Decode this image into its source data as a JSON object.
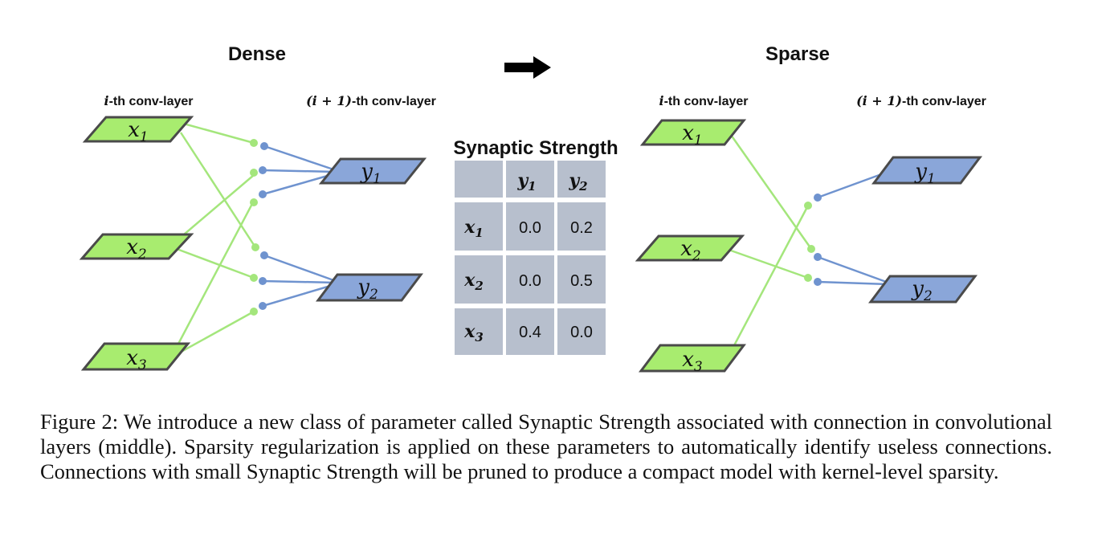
{
  "dense": {
    "title": "Dense",
    "left_layer_label": "i-th conv-layer",
    "right_layer_label": "(i + 1)-th conv-layer",
    "inputs": [
      "x",
      "x",
      "x"
    ],
    "input_subs": [
      "1",
      "2",
      "3"
    ],
    "outputs": [
      "y",
      "y"
    ],
    "output_subs": [
      "1",
      "2"
    ]
  },
  "sparse": {
    "title": "Sparse",
    "left_layer_label": "i-th conv-layer",
    "right_layer_label": "(i + 1)-th conv-layer",
    "inputs": [
      "x",
      "x",
      "x"
    ],
    "input_subs": [
      "1",
      "2",
      "3"
    ],
    "outputs": [
      "y",
      "y"
    ],
    "output_subs": [
      "1",
      "2"
    ]
  },
  "synaptic_table": {
    "title": "Synaptic Strength",
    "col_headers": [
      "y",
      "y"
    ],
    "col_subs": [
      "1",
      "2"
    ],
    "row_headers": [
      "x",
      "x",
      "x"
    ],
    "row_subs": [
      "1",
      "2",
      "3"
    ],
    "values": [
      [
        "0.0",
        "0.2"
      ],
      [
        "0.0",
        "0.5"
      ],
      [
        "0.4",
        "0.0"
      ]
    ]
  },
  "caption": "Figure 2: We introduce a new class of parameter called Synaptic Strength associated with connection in convolutional layers (middle). Sparsity regularization is applied on these parameters to automatically identify useless connections. Connections with small Synaptic Strength will be pruned to produce a compact model with kernel-level sparsity."
}
